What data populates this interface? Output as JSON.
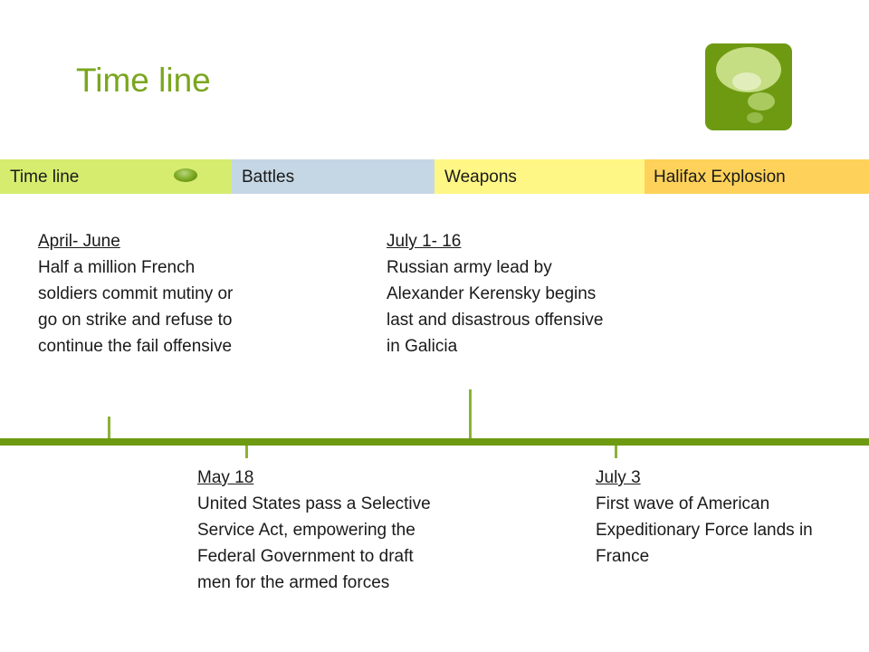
{
  "slide": {
    "title": "Time line"
  },
  "nav": {
    "tabs": [
      {
        "label": "Time line",
        "color": "#d5ec6e"
      },
      {
        "label": "Battles",
        "color": "#c5d7e5"
      },
      {
        "label": "Weapons",
        "color": "#fff785"
      },
      {
        "label": "Halifax Explosion",
        "color": "#fed25a"
      }
    ]
  },
  "events": [
    {
      "date": "April- June",
      "description": "Half a million French soldiers commit mutiny or go on strike and refuse to continue the fail offensive"
    },
    {
      "date": "May 18",
      "description": "United States pass a Selective Service Act, empowering the Federal Government to draft men for the armed forces"
    },
    {
      "date": "July 1- 16",
      "description": "Russian army lead by Alexander Kerensky begins last and disastrous offensive in Galicia"
    },
    {
      "date": "July 3",
      "description": "First wave of American Expeditionary Force lands in France"
    }
  ],
  "colors": {
    "accent": "#7aa61e",
    "timeline": "#6e9a12"
  }
}
